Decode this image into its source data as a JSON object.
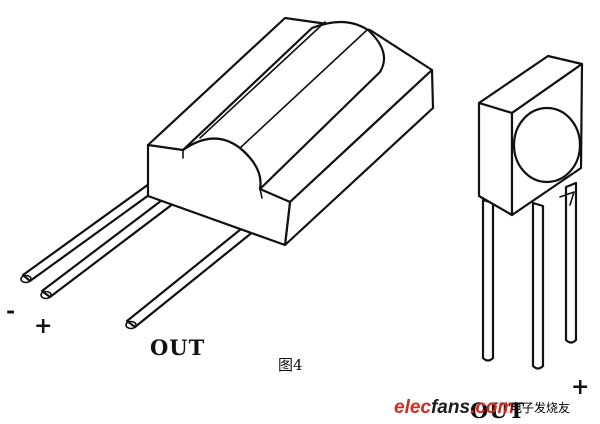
{
  "labels": {
    "left_minus": "-",
    "left_plus": "+",
    "left_out": "OUT",
    "caption": "图4",
    "right_out": "OUT",
    "right_plus": "+"
  },
  "watermark": {
    "part_elec": "elec",
    "part_fans": "fans",
    "part_com": ".com",
    "tagline": "电子发烧友",
    "color_red": "#d42a1f",
    "color_dark": "#1c1c1c"
  },
  "components": {
    "left": {
      "name": "ir-receiver-large",
      "pins": 3
    },
    "right": {
      "name": "ir-receiver-small",
      "pins": 3
    }
  }
}
